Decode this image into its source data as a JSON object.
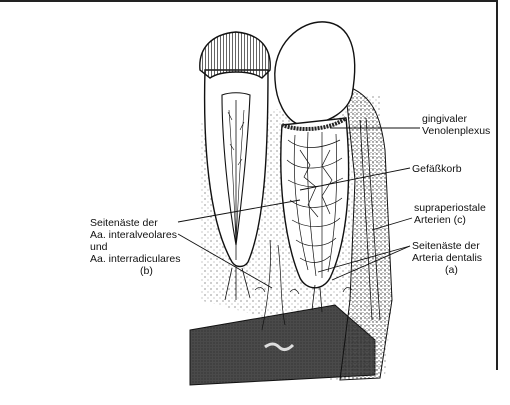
{
  "labels": {
    "gingival_1": "gingivaler",
    "gingival_2": "Venolenplexus",
    "gefaesskorb": "Gefäßkorb",
    "supraperiost_1": "supraperiostale",
    "supraperiost_2": "Arterien  (c)",
    "seitenaeste_dentalis_1": "Seitenäste der",
    "seitenaeste_dentalis_2": "Arteria dentalis",
    "seitenaeste_dentalis_3": "(a)",
    "seitenaeste_inter_1": "Seitenäste der",
    "seitenaeste_inter_2": "Aa. interalveolares",
    "seitenaeste_inter_3": "und",
    "seitenaeste_inter_4": "Aa. interradiculares",
    "seitenaeste_inter_5": "(b)"
  },
  "colors": {
    "ink": "#111111",
    "shading_dark": "#3a3a3a",
    "paper": "#ffffff",
    "stipple": "#555555"
  }
}
